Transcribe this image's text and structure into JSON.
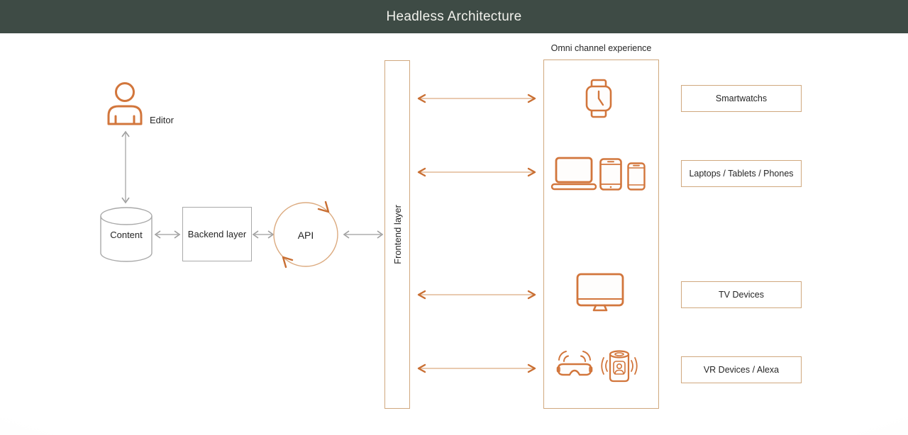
{
  "header": {
    "title": "Headless Architecture"
  },
  "colors": {
    "header_bg": "#3e4b45",
    "header_text": "#f1f1ec",
    "orange": "#d2763c",
    "orange_dark": "#c96f33",
    "tan_border": "#d0a87e",
    "gray_border": "#a9a9a9",
    "gray_arrow": "#9e9e9e",
    "text": "#262626"
  },
  "nodes": {
    "editor": {
      "label": "Editor",
      "icon": "person-icon"
    },
    "content": {
      "label": "Content",
      "icon": "database-cylinder"
    },
    "backend": {
      "label": "Backend layer"
    },
    "api": {
      "label": "API",
      "icon": "cycle-arrows-circle"
    },
    "frontend": {
      "label": "Frontend layer"
    },
    "omni": {
      "title": "Omni channel experience"
    }
  },
  "channels": [
    {
      "label": "Smartwatchs",
      "icon": "smartwatch-icon"
    },
    {
      "label": "Laptops / Tablets / Phones",
      "icon": "laptop-tablet-phone-icons"
    },
    {
      "label": "TV Devices",
      "icon": "tv-monitor-icon"
    },
    {
      "label": "VR Devices / Alexa",
      "icon": "vr-goggles-and-smart-speaker-icons"
    }
  ]
}
